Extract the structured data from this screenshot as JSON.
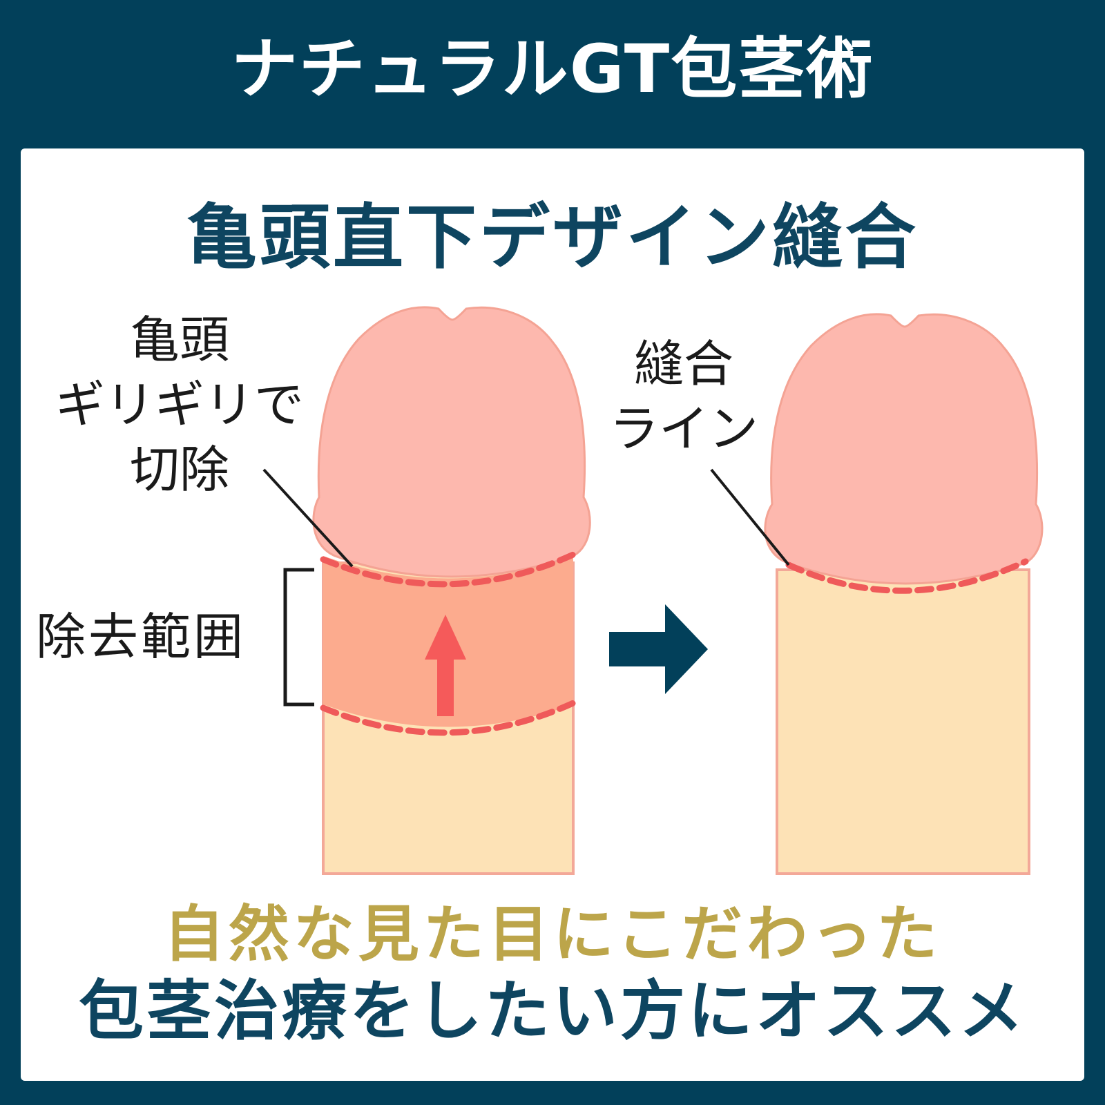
{
  "header": {
    "title": "ナチュラルGT包茎術"
  },
  "card": {
    "heading": "亀頭直下デザイン縫合",
    "before": {
      "cut_label_lines": [
        "亀頭",
        "ギリギリで",
        "切除"
      ],
      "range_label": "除去範囲"
    },
    "after": {
      "suture_label_lines": [
        "縫合",
        "ライン"
      ]
    },
    "tagline": {
      "line1": "自然な見た目にこだわった",
      "line2": "包茎治療をしたい方にオススメ"
    }
  },
  "colors": {
    "background": "#02405a",
    "card": "#ffffff",
    "heading": "#0e4560",
    "tagline_gold": "#bca54a",
    "glans": "#fdb8ae",
    "removal_band": "#fcab8e",
    "shaft": "#fde2b6",
    "dashed_line": "#ef5a5a",
    "up_arrow": "#f55a5a",
    "right_arrow": "#02405a"
  }
}
